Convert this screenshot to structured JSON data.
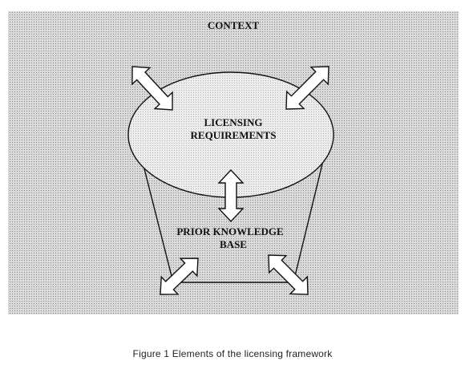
{
  "diagram": {
    "context_label": "CONTEXT",
    "ellipse_label": [
      "LICENSING",
      "REQUIREMENTS"
    ],
    "base_label": [
      "PRIOR KNOWLEDGE",
      "BASE"
    ],
    "colors": {
      "panel": "#d9d9d9",
      "ellipse_fill": "#ececec",
      "stroke": "#111111",
      "arrow_fill": "#ffffff"
    }
  },
  "caption": "Figure 1  Elements of the licensing framework"
}
